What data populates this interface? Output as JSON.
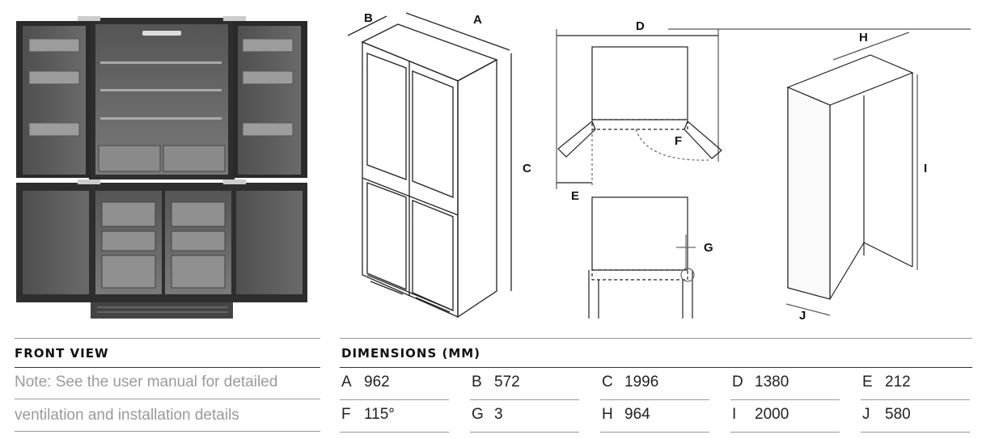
{
  "diagram_labels": {
    "A": "A",
    "B": "B",
    "C": "C",
    "D": "D",
    "E": "E",
    "F": "F",
    "G": "G",
    "H": "H",
    "I": "I",
    "J": "J"
  },
  "front_view": {
    "heading": "FRONT VIEW",
    "note_line1": "Note: See the user manual for detailed",
    "note_line2": "ventilation and installation details"
  },
  "dimensions": {
    "heading": "DIMENSIONS (MM)",
    "rows": [
      [
        {
          "key": "A",
          "value": "962"
        },
        {
          "key": "B",
          "value": "572"
        },
        {
          "key": "C",
          "value": "1996"
        },
        {
          "key": "D",
          "value": "1380"
        },
        {
          "key": "E",
          "value": "212"
        }
      ],
      [
        {
          "key": "F",
          "value": "115°"
        },
        {
          "key": "G",
          "value": "3"
        },
        {
          "key": "H",
          "value": "964"
        },
        {
          "key": "I",
          "value": "2000"
        },
        {
          "key": "J",
          "value": "580"
        }
      ]
    ]
  },
  "colors": {
    "line": "#222222",
    "dash": "#777777",
    "fridge_body": "#3a3a3a",
    "interior": "#6b6b6b",
    "rule": "#9a9a9a"
  }
}
